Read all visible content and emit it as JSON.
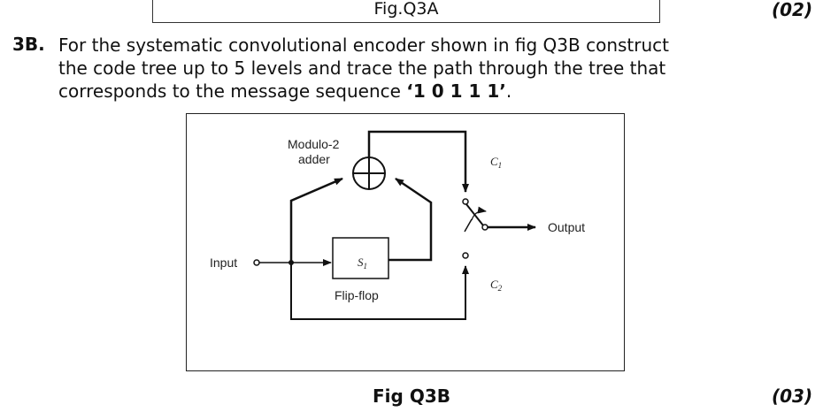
{
  "previous_figure": {
    "caption": "Fig.Q3A",
    "marks": "(02)"
  },
  "question": {
    "number": "3B.",
    "text_line1": "For the systematic convolutional encoder shown in fig Q3B construct",
    "text_line2": "the code tree up to 5 levels and trace the path through the tree that",
    "text_line3_prefix": "corresponds to the message sequence ",
    "sequence": "‘1 0 1 1 1’",
    "text_line3_suffix": ".",
    "marks": "(03)"
  },
  "figure": {
    "caption": "Fig Q3B",
    "labels": {
      "adder_line1": "Modulo-2",
      "adder_line2": "adder",
      "input": "Input",
      "output": "Output",
      "flipflop_state": "S",
      "flipflop_state_sub": "1",
      "flipflop": "Flip-flop",
      "c1": "C",
      "c1_sub": "1",
      "c2": "C",
      "c2_sub": "2"
    }
  }
}
